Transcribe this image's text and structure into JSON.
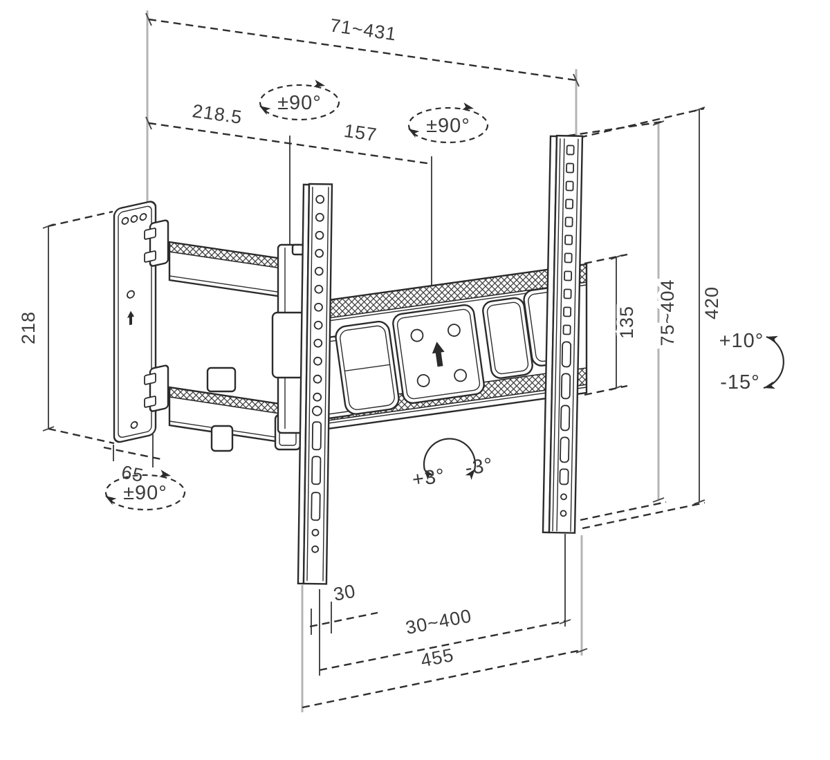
{
  "labels": {
    "extension_depth": "71~431",
    "arm_rear": "218.5",
    "arm_front": "157",
    "wall_plate_height": "218",
    "wall_plate_width": "65",
    "hole_spacing": "135",
    "vesa_height_range": "75~404",
    "rail_height": "420",
    "edge_offset": "30",
    "vesa_width_range": "30~400",
    "rail_span": "455",
    "swivel_arm": "±90°",
    "swivel_head": "±90°",
    "swivel_base": "±90°",
    "level_left": "+3°",
    "level_right": "-3°",
    "tilt_up": "+10°",
    "tilt_down": "-15°"
  },
  "colors": {
    "line": "#2b2b2b",
    "dim_text": "#3c3c3c",
    "extension_gray": "#b4b4b4",
    "background": "#ffffff"
  }
}
